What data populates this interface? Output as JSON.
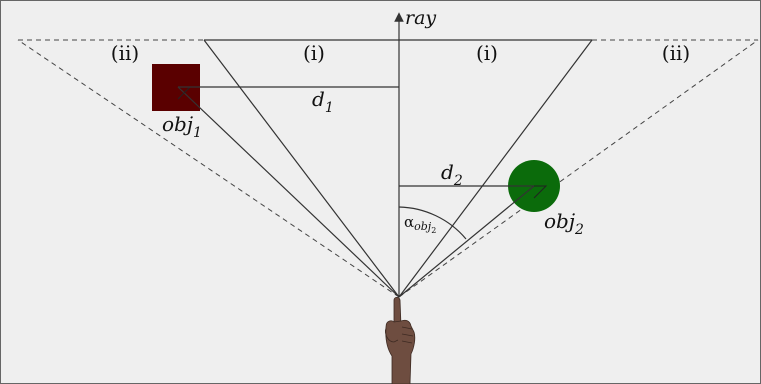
{
  "labels": {
    "ray": "ray",
    "region_outer_left": "(ii)",
    "region_inner_left": "(i)",
    "region_inner_right": "(i)",
    "region_outer_right": "(ii)",
    "obj1_base": "obj",
    "obj1_sub": "1",
    "obj2_base": "obj",
    "obj2_sub": "2",
    "d1_base": "d",
    "d1_sub": "1",
    "d2_base": "d",
    "d2_sub": "2",
    "alpha_symbol": "α",
    "alpha_sub": "obj",
    "alpha_subsub": "2"
  },
  "colors": {
    "background": "#efefef",
    "frame": "#666666",
    "line": "#333333",
    "dashed": "#444444",
    "obj1": "#5a0000",
    "obj2": "#0b6b0b",
    "hand": "#6e4d40"
  },
  "icons": {
    "object1": "square",
    "object2": "circle",
    "pointer": "pointing-hand-icon"
  }
}
